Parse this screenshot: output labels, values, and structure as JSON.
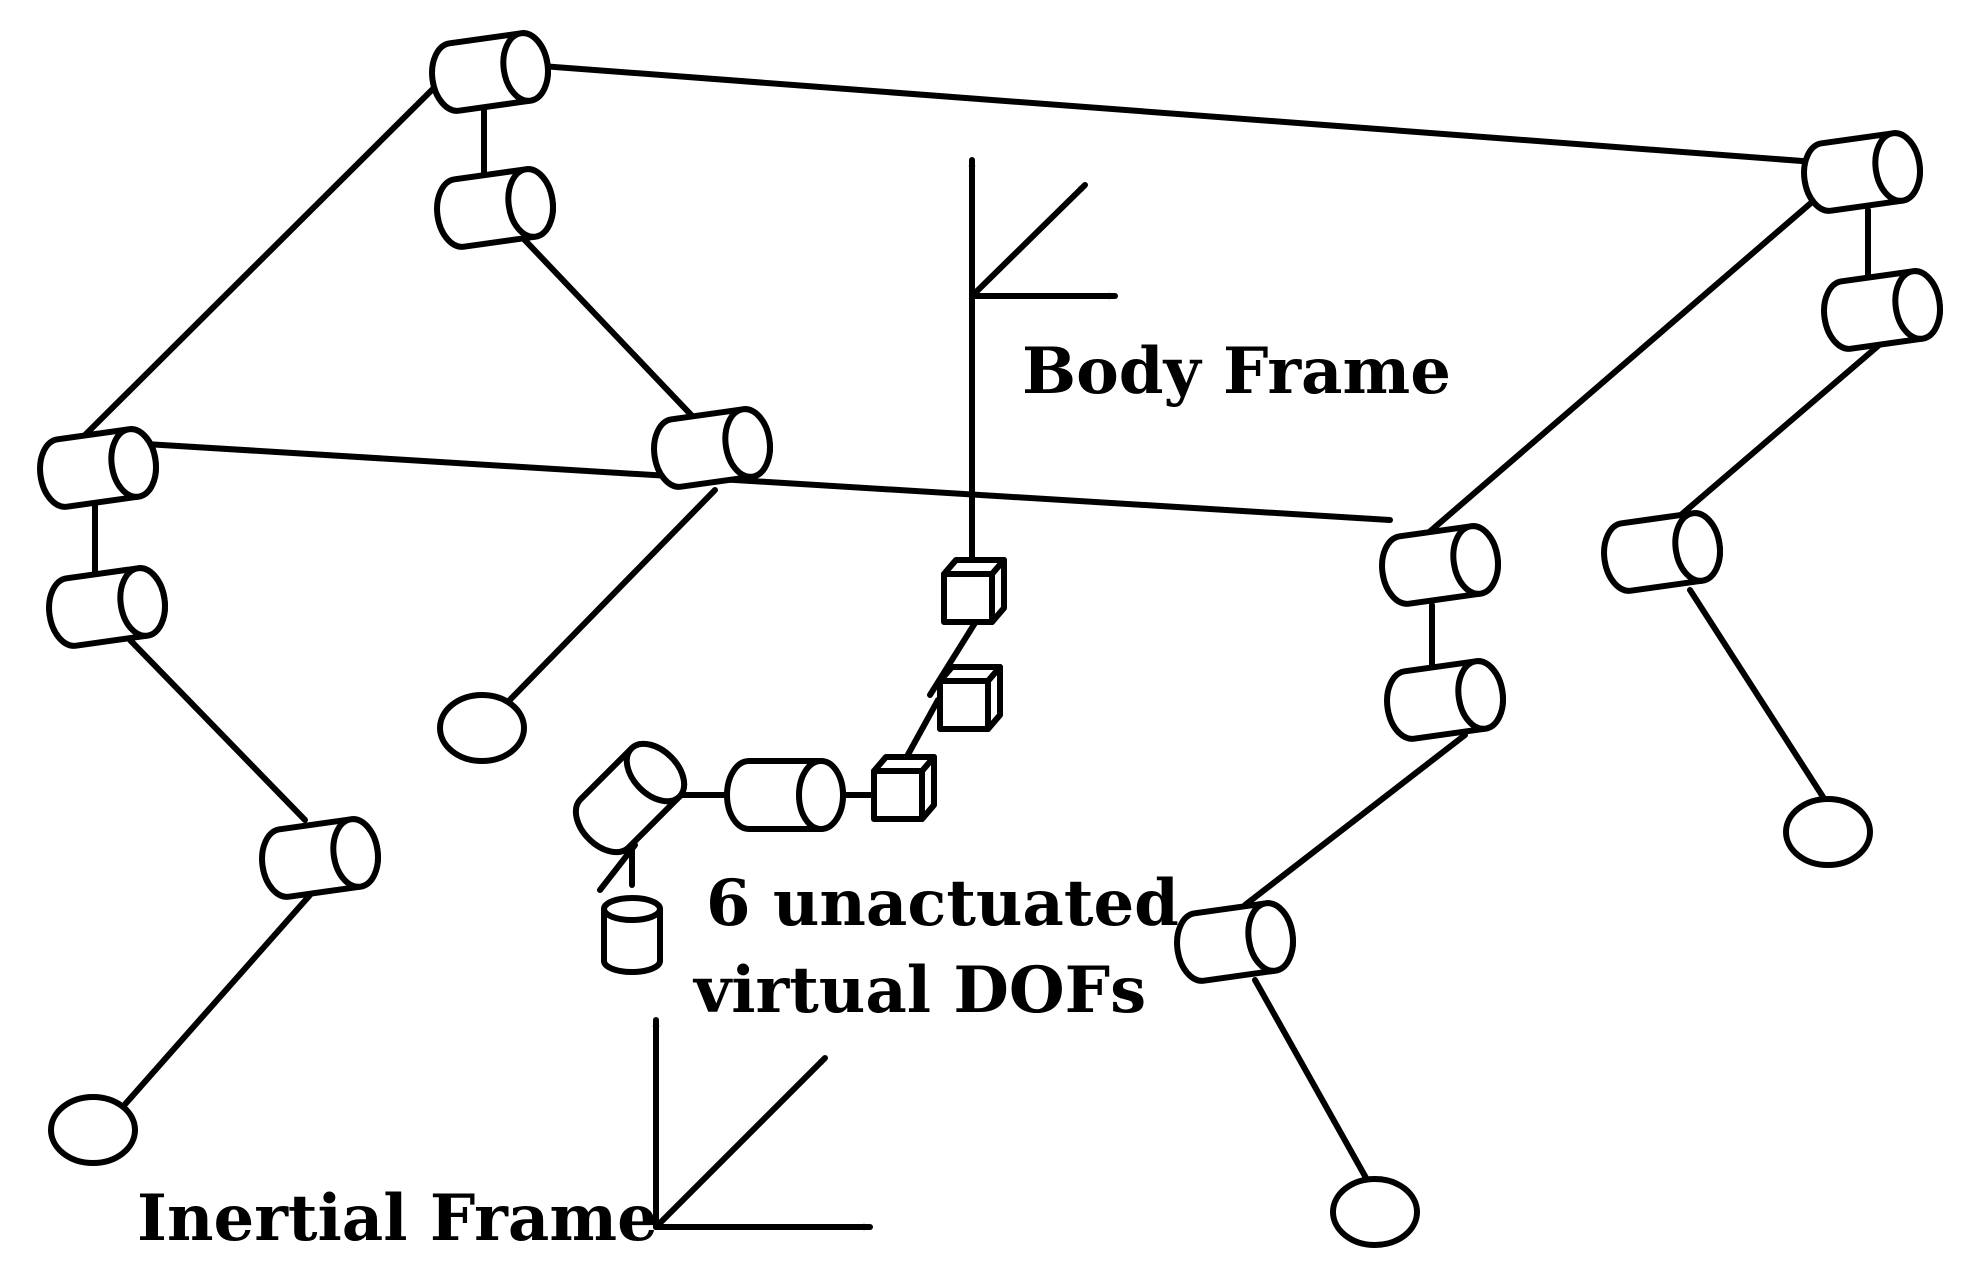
{
  "labels": {
    "body_frame": "Body Frame",
    "virtual_dofs_line1": "6 unactuated",
    "virtual_dofs_line2": "virtual DOFs",
    "inertial_frame": "Inertial Frame"
  }
}
